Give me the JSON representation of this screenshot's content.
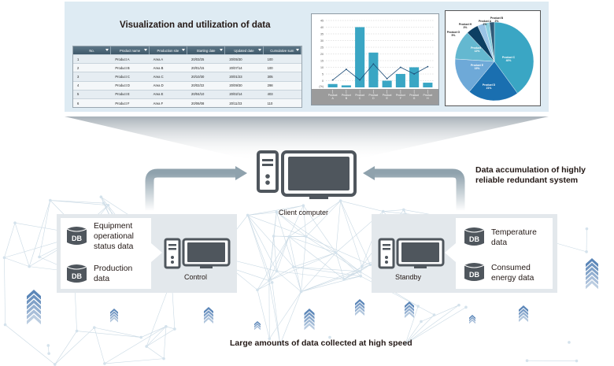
{
  "visualization": {
    "title": "Visualization and utilization of data",
    "table": {
      "columns": [
        "No.",
        "Product name",
        "Production site",
        "Starting date",
        "Updated date",
        "Cumulative sum"
      ],
      "rows": [
        [
          "1",
          "Product A",
          "Area A",
          "20/03/25",
          "20/05/30",
          "100"
        ],
        [
          "2",
          "Product B",
          "Area B",
          "20/01/15",
          "20/07/14",
          "100"
        ],
        [
          "3",
          "Product C",
          "Area C",
          "20/10/30",
          "20/01/23",
          "305"
        ],
        [
          "4",
          "Product D",
          "Area D",
          "20/02/22",
          "20/09/30",
          "298"
        ],
        [
          "5",
          "Product E",
          "Area E",
          "20/04/10",
          "20/02/14",
          "403"
        ],
        [
          "6",
          "Product F",
          "Area F",
          "20/06/08",
          "20/11/23",
          "110"
        ]
      ]
    }
  },
  "chart_data": [
    {
      "type": "bar",
      "title": "",
      "xlabel": "",
      "ylabel": "(%)",
      "categories": [
        "Product A",
        "Product B",
        "Product C",
        "Product D",
        "Product E",
        "Product F",
        "Product G",
        "Product H"
      ],
      "ylim": [
        -5,
        45
      ],
      "yticks": [
        "45",
        "40",
        "35",
        "30",
        "25",
        "20",
        "15",
        "10",
        "5",
        "0",
        "(%)"
      ],
      "grid": true,
      "series": [
        {
          "name": "bars",
          "type": "bar",
          "values": [
            -2.5,
            -3.5,
            40,
            21,
            0,
            5,
            10,
            -1.5
          ],
          "color": "#3aa6c4"
        },
        {
          "name": "line",
          "type": "line",
          "values": [
            0.5,
            8.5,
            0.5,
            12.5,
            1.5,
            10,
            5,
            10.5
          ],
          "color": "#1f4e79"
        }
      ]
    },
    {
      "type": "pie",
      "title": "",
      "slices": [
        {
          "label": "Product C",
          "value": 40,
          "text": "40%",
          "color": "#3aa6c4"
        },
        {
          "label": "Product D",
          "value": 21,
          "text": "21%",
          "color": "#1a6fb0"
        },
        {
          "label": "Product E",
          "value": 15,
          "text": "15%",
          "color": "#6ea9d8"
        },
        {
          "label": "Product F",
          "value": 12,
          "text": "12%",
          "color": "#64b8d0"
        },
        {
          "label": "Product G",
          "value": 5,
          "text": "5%",
          "color": "#0d3f63"
        },
        {
          "label": "Product H",
          "value": 3,
          "text": "3%",
          "color": "#9ac4e6"
        },
        {
          "label": "Product A",
          "value": 2,
          "text": "2%",
          "color": "#8ccfe0"
        },
        {
          "label": "Product B",
          "value": 2,
          "text": "2%",
          "color": "#2e5a78"
        }
      ]
    }
  ],
  "client": {
    "label": "Client computer"
  },
  "redundant_label": "Data accumulation of highly reliable redundant system",
  "control": {
    "label": "Control",
    "db_items": [
      {
        "icon_text": "DB",
        "text": "Equipment operational status data"
      },
      {
        "icon_text": "DB",
        "text": "Production data"
      }
    ]
  },
  "standby": {
    "label": "Standby",
    "db_items": [
      {
        "icon_text": "DB",
        "text": "Temperature data"
      },
      {
        "icon_text": "DB",
        "text": "Consumed energy data"
      }
    ]
  },
  "bottom_caption": "Large amounts of data collected at high speed",
  "colors": {
    "panel": "#deebf3",
    "arrow": "#8fa2ad",
    "device": "#4f565d",
    "chevron": "#5b86b8"
  }
}
